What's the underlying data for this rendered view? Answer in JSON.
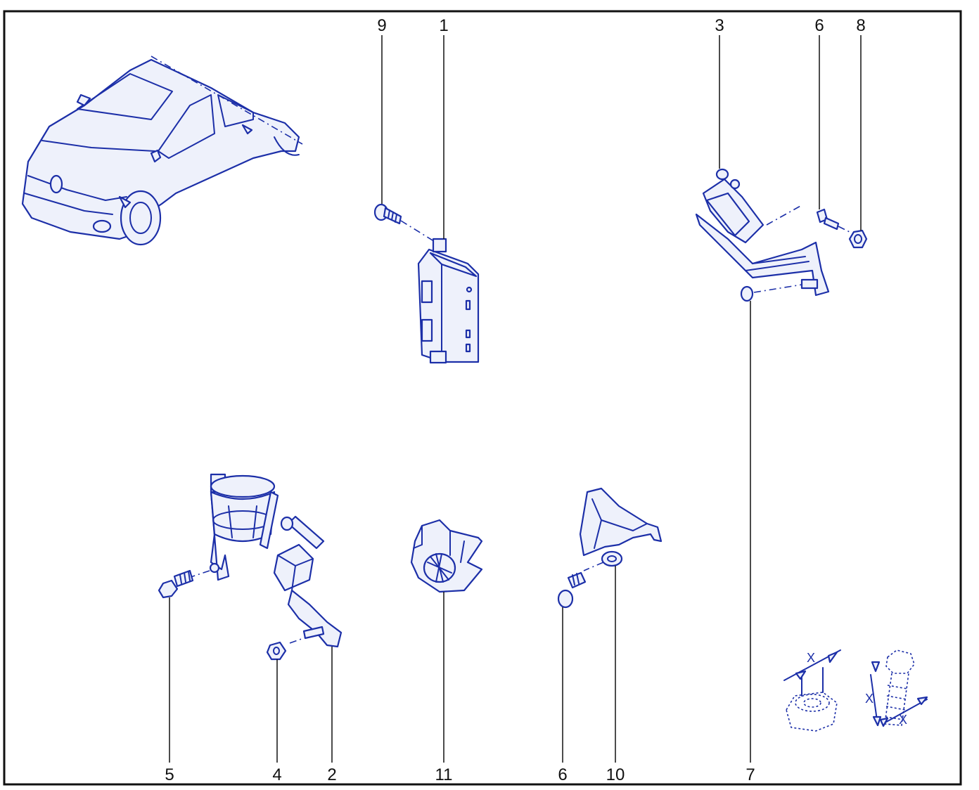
{
  "callouts": {
    "c9_top": "9",
    "c1_top": "1",
    "c3_top": "3",
    "c6_top": "6",
    "c8_top": "8",
    "c5_bottom": "5",
    "c4_bottom": "4",
    "c2_bottom": "2",
    "c11_bottom": "11",
    "c6_bottom": "6",
    "c10_bottom": "10",
    "c7_bottom": "7"
  },
  "dimension_symbols": {
    "nut_width": "X",
    "bolt_length": "X",
    "bolt_width": "X"
  },
  "colors": {
    "line_art": "#1c2fa8",
    "frame": "#111111"
  }
}
